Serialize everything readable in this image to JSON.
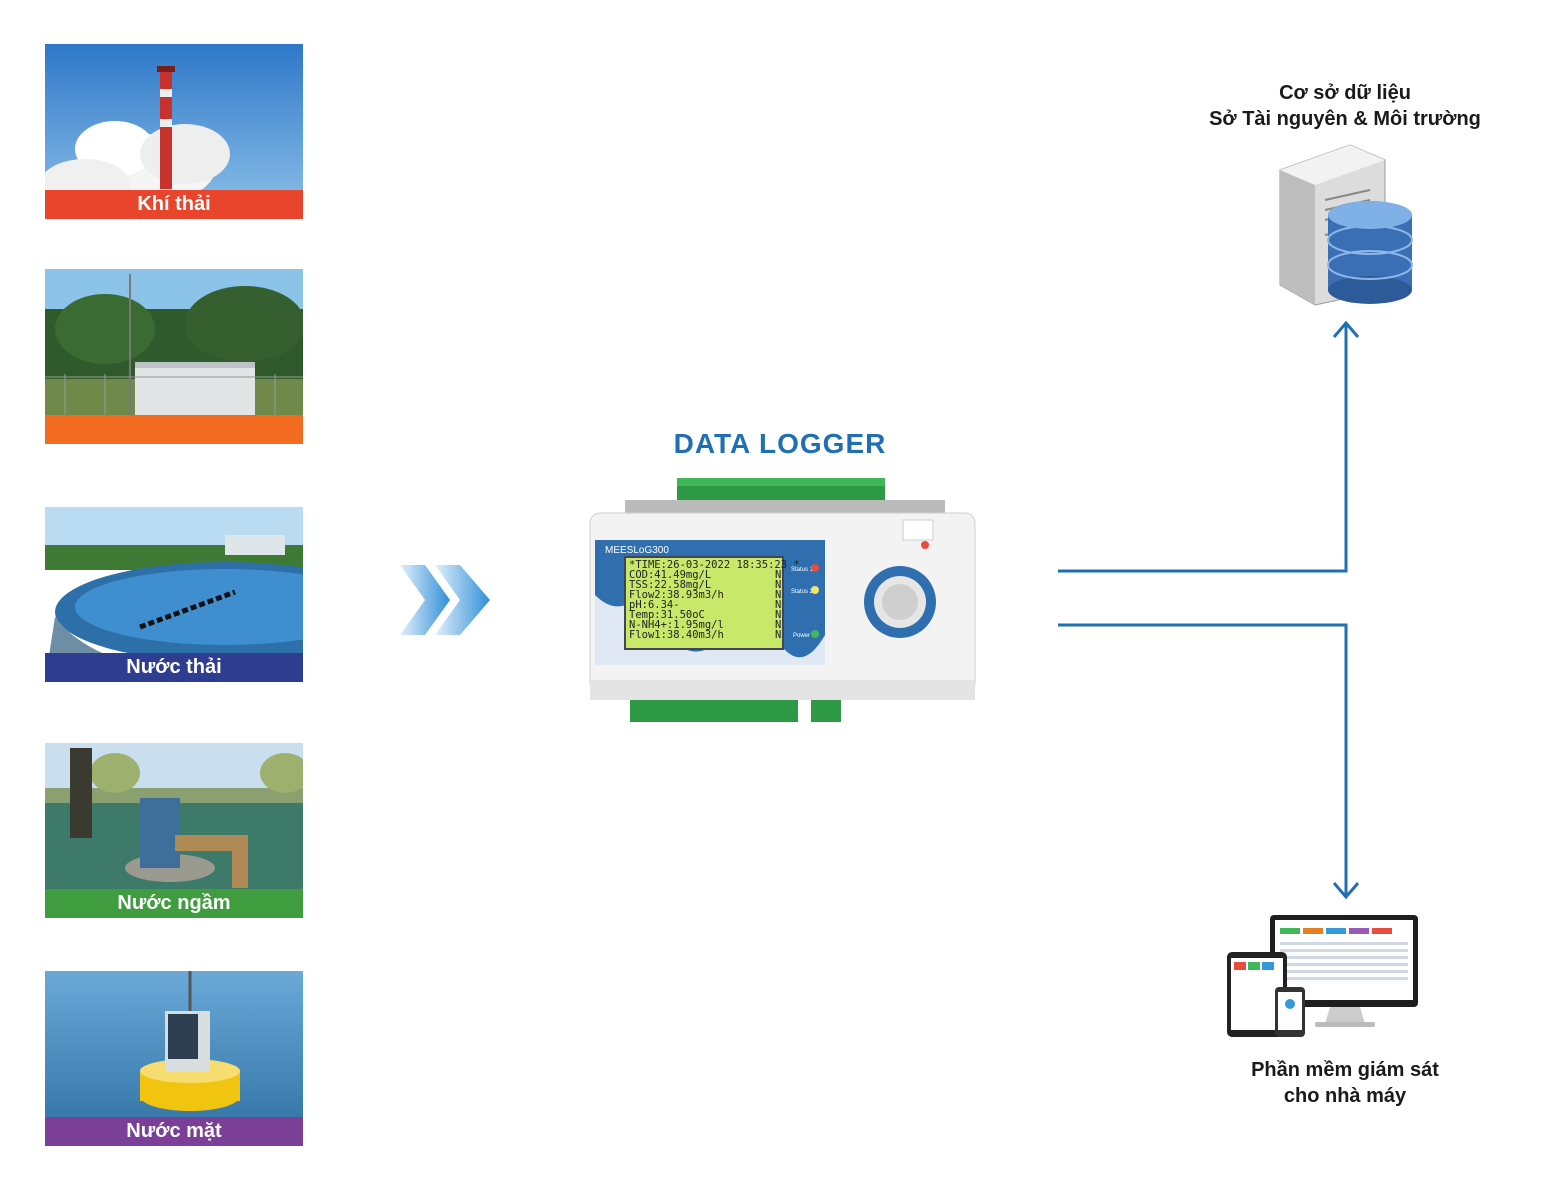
{
  "sources": [
    {
      "id": "khi-thai",
      "label": "Khí thải",
      "color": "#e8452c"
    },
    {
      "id": "khong-khi",
      "label": "",
      "color": "#f26b21"
    },
    {
      "id": "nuoc-thai",
      "label": "Nước thải",
      "color": "#2e3d8f"
    },
    {
      "id": "nuoc-ngam",
      "label": "Nước ngầm",
      "color": "#3f9c3f"
    },
    {
      "id": "nuoc-mat",
      "label": "Nước mặt",
      "color": "#7b3f98"
    }
  ],
  "logger": {
    "title": "DATA LOGGER",
    "model": "MEESLoG300",
    "screen_lines": [
      "*TIME:26-03-2022 18:35:23 *",
      "COD:41.49mg/L",
      "TSS:22.58mg/L",
      "Flow2:38.93m3/h",
      "pH:6.34-",
      "Temp:31.50oC",
      "N-NH4+:1.95mg/l",
      "Flow1:38.40m3/h"
    ],
    "status_flags": [
      "N",
      "N",
      "N",
      "N",
      "N",
      "N",
      "N"
    ],
    "led_labels": {
      "status1": "Status 1",
      "status2": "Status 2",
      "power": "Power"
    }
  },
  "database": {
    "line1": "Cơ sở dữ liệu",
    "line2": "Sở Tài nguyên & Môi trường"
  },
  "software": {
    "line1": "Phần mềm giám sát",
    "line2": "cho nhà máy"
  },
  "colors": {
    "accent": "#1f6fb5",
    "arrow": "#1f6fb5",
    "lcd": "#c8e86a"
  }
}
